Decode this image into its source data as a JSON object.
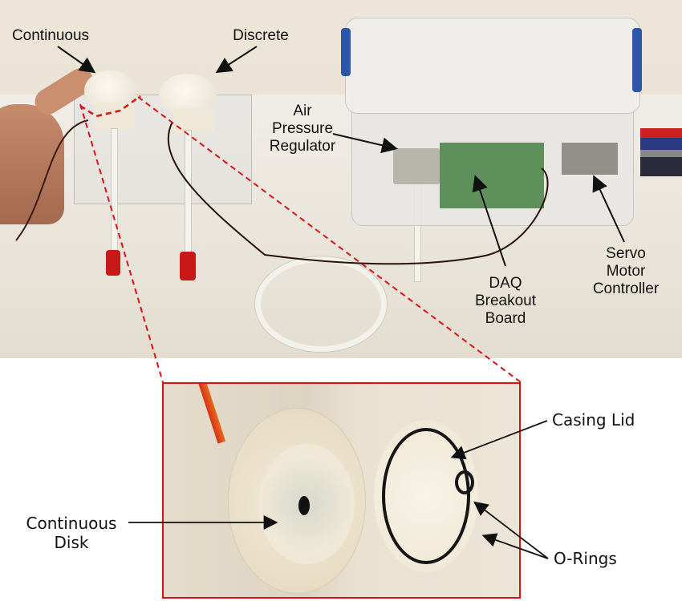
{
  "figure": {
    "labels": {
      "continuous_pump": "Continuous",
      "discrete_pump": "Discrete",
      "air_pressure_regulator": [
        "Air",
        "Pressure",
        "Regulator"
      ],
      "daq_breakout_board": [
        "DAQ",
        "Breakout",
        "Board"
      ],
      "servo_motor_controller": [
        "Servo",
        "Motor",
        "Controller"
      ]
    },
    "inset": {
      "labels": {
        "casing_lid": "Casing Lid",
        "continuous_disk": [
          "Continuous",
          "Disk"
        ],
        "o_rings": "O-Rings"
      }
    },
    "colors": {
      "callout_red": "#e01010",
      "label_text": "#111111"
    }
  }
}
